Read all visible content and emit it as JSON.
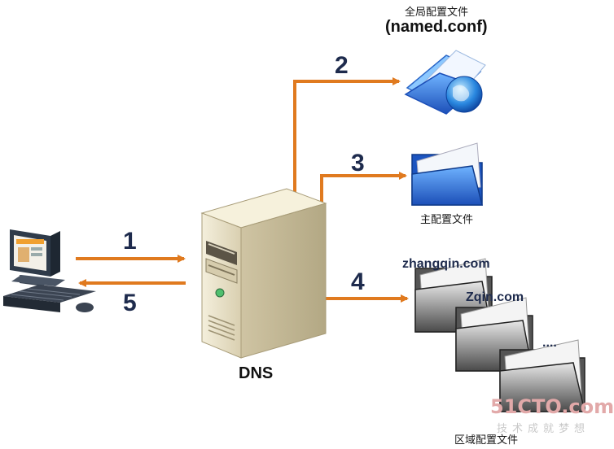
{
  "labels": {
    "global_config_title": "全局配置文件",
    "global_config_file": "(named.conf)",
    "master_config": "主配置文件",
    "zone_config": "区域配置文件",
    "dns": "DNS",
    "zone1": "zhangqin.com",
    "zone2": "Zqin.com",
    "zone3": "....",
    "steps": [
      "1",
      "2",
      "3",
      "4",
      "5"
    ]
  },
  "watermark": {
    "site": "51CTO.com",
    "slogan": "技术成就梦想"
  },
  "colors": {
    "arrow": "#e07a1f",
    "step_text": "#1e2b4d",
    "server_body": "#e9e1c8",
    "folder_blue": "#2f6fd6"
  },
  "icons": [
    "computer-icon",
    "server-icon",
    "globe-folder-icon",
    "blue-folder-icon",
    "gray-folder-icon"
  ]
}
